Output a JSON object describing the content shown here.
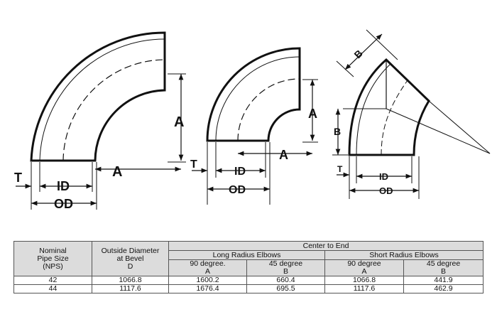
{
  "diagram": {
    "labels": {
      "t": "T",
      "id": "ID",
      "od": "OD",
      "a": "A",
      "b": "B"
    }
  },
  "table": {
    "col_nps": [
      "Nominal",
      "Pipe Size",
      "(NPS)"
    ],
    "col_od": [
      "Outside Diameter",
      "at Bevel",
      "D"
    ],
    "center_to_end": "Center to End",
    "long_radius": "Long Radius Elbows",
    "short_radius": "Short Radius Elbows",
    "deg90": "90 degree.",
    "deg90_short": "90 degree",
    "deg45": "45 degree",
    "a": "A",
    "b": "B",
    "rows": [
      [
        "42",
        "1066.8",
        "1600.2",
        "660.4",
        "1066.8",
        "441.9"
      ],
      [
        "44",
        "1117.6",
        "1676.4",
        "695.5",
        "1117.6",
        "462.9"
      ]
    ]
  }
}
